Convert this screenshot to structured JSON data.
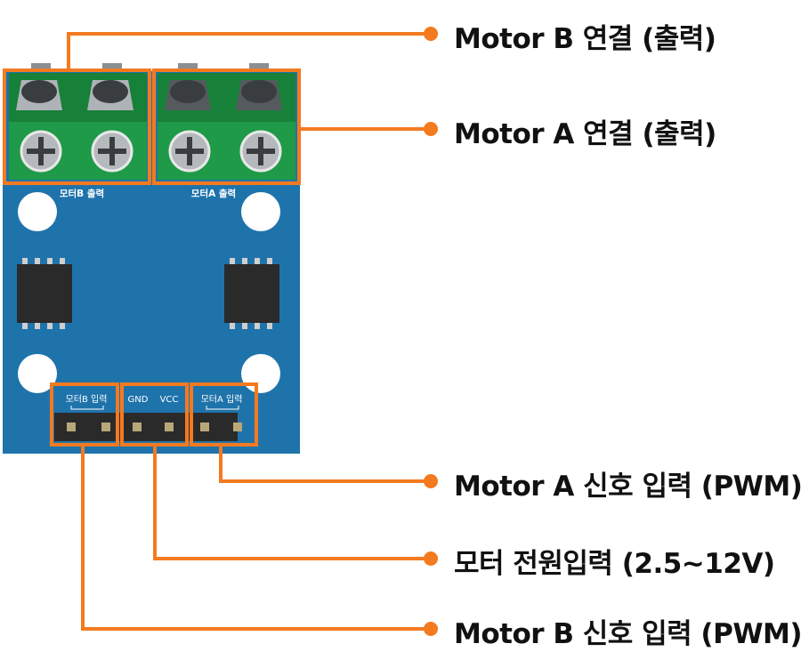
{
  "colors": {
    "pcb": "#1f73ab",
    "pcb_border": "#185f8f",
    "terminal_green": "#1f9a48",
    "terminal_green_dark": "#178039",
    "callout": "#f47a20",
    "chip": "#2a2a2a",
    "text": "#111111"
  },
  "board": {
    "silk_motor_b_out": "모터B 출력",
    "silk_motor_a_out": "모터A 출력",
    "silk_motor_b_in": "모터B 입력",
    "silk_gnd": "GND",
    "silk_vcc": "VCC",
    "silk_motor_a_in": "모터A 입력"
  },
  "callouts": {
    "motor_b_conn": "Motor B 연결 (출력)",
    "motor_a_conn": "Motor A 연결 (출력)",
    "motor_a_signal": "Motor A 신호 입력 (PWM)",
    "power_in": "모터 전원입력 (2.5~12V)",
    "motor_b_signal": "Motor B 신호 입력 (PWM)"
  }
}
